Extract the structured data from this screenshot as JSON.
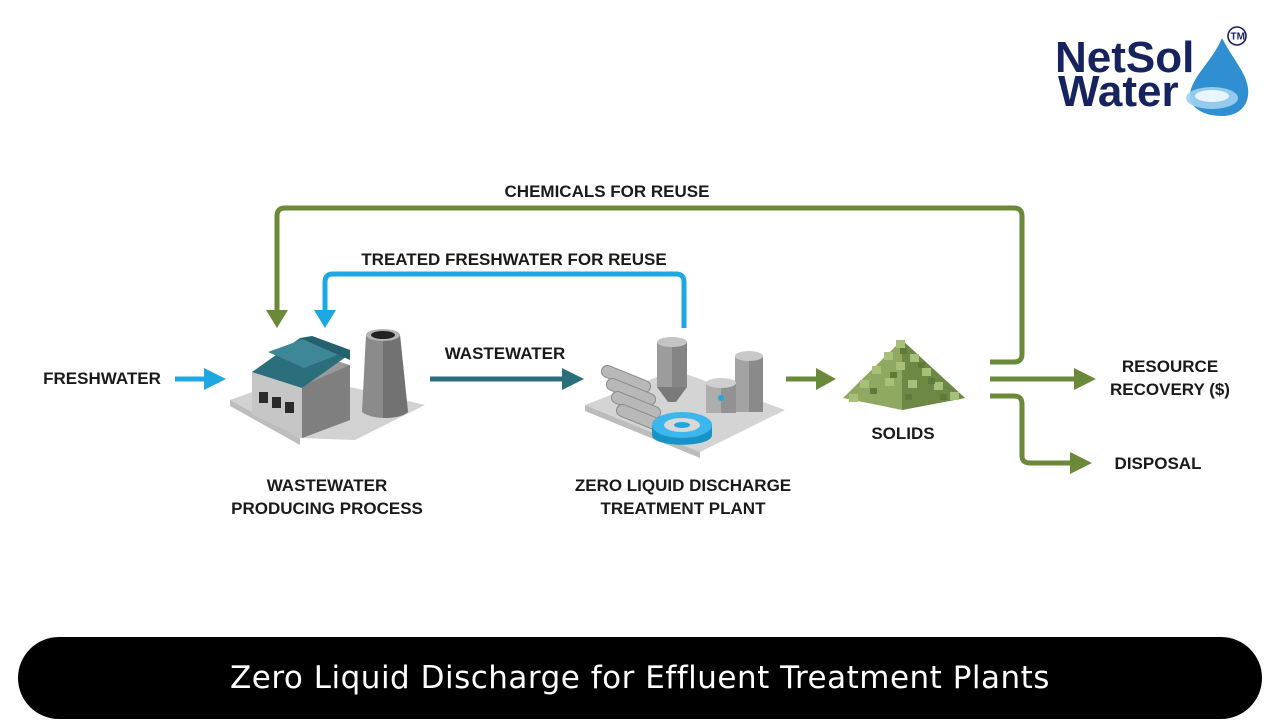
{
  "logo": {
    "line1": "NetSol",
    "line2": "Water",
    "trademark": "TM"
  },
  "labels": {
    "chemicals_for_reuse": "CHEMICALS FOR REUSE",
    "treated_freshwater_for_reuse": "TREATED FRESHWATER FOR REUSE",
    "freshwater": "FRESHWATER",
    "wastewater": "WASTEWATER",
    "wastewater_producing_process_1": "WASTEWATER",
    "wastewater_producing_process_2": "PRODUCING PROCESS",
    "zld_plant_1": "ZERO LIQUID DISCHARGE",
    "zld_plant_2": "TREATMENT PLANT",
    "solids": "SOLIDS",
    "resource_recovery_1": "RESOURCE",
    "resource_recovery_2": "RECOVERY ($)",
    "disposal": "DISPOSAL"
  },
  "footer": {
    "title": "Zero Liquid Discharge for Effluent Treatment Plants"
  },
  "colors": {
    "blue": "#1ea7e1",
    "teal": "#2a6f7a",
    "green": "#6a8a3a",
    "navy": "#17235e"
  }
}
